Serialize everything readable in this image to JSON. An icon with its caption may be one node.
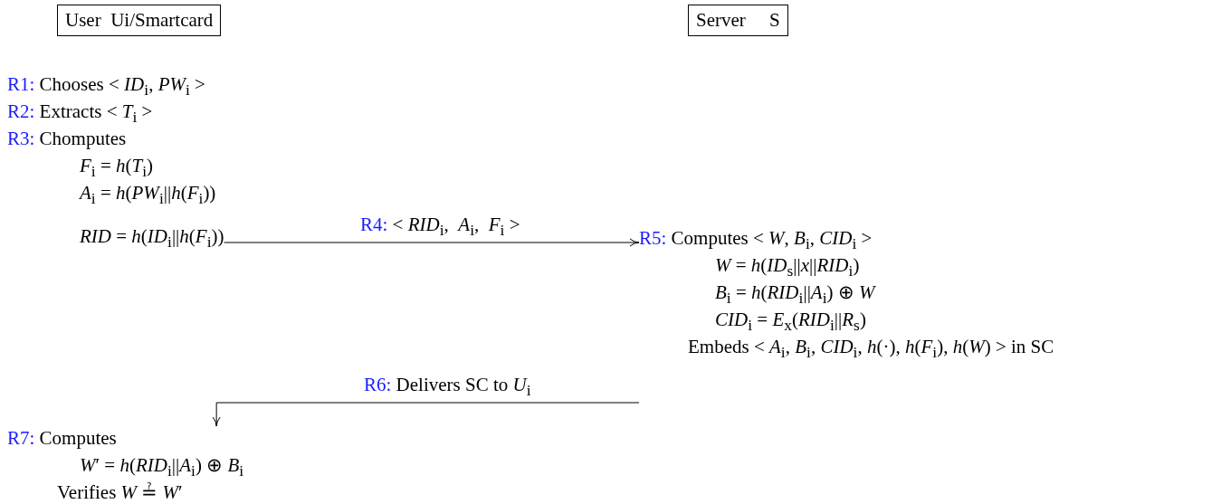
{
  "diagram": {
    "nodes": [
      {
        "text": [
          "User  Ui/Smartcard"
        ]
      },
      {
        "text": [
          "Server     S"
        ]
      },
      {
        "text": [
          "R1: Chooses < *ID*$_{i}$, *PW*$_{i}$ >",
          "R2: Extracts < *T*$_{i}$ >",
          "R3: Chomputes",
          "*F*$_{i}$ = *h*(*T*$_{i}$)",
          "*A*$_{i}$ = *h*(*PW*$_{i}$||*h*(*F*$_{i}$))",
          "*RID* = *h*(*ID*$_{i}$||*h*(*F*$_{i}$))"
        ]
      },
      {
        "text": [
          "R5: Computes < *W*, *B*$_{i}$, *CID*$_{i}$ >",
          "*W* = *h*(*ID*$_{s}$||*x*||*RID*$_{i}$)",
          "*B*$_{i}$ = *h*(*RID*$_{i}$||*A*$_{i}$) ⊕ *W*",
          "*CID*$_{i}$ = *E*$_{x}$(*RID*$_{i}$||*R*$_{s}$)",
          "Embeds < *A*$_{i}$, *B*$_{i}$, *CID*$_{i}$, *h*(·), *h*(*F*$_{i}$), *h*(*W*) > in SC"
        ]
      },
      {
        "text": [
          "R7: Computes",
          "*W*′ = *h*(*RID*$_{i}$||*A*$_{i}$) ⊕ *B*$_{i}$",
          "Verifies *W* ≟ *W*′"
        ]
      }
    ],
    "edges": [
      {
        "from": 2,
        "to": 3,
        "arrow": "to",
        "label": "R4: < *RID*$_{i}$,  *A*$_{i}$,  *F*$_{i}$ >"
      },
      {
        "from": 3,
        "to": 4,
        "arrow": "to",
        "label": "R6: Delivers SC to *U*$_{i}$"
      }
    ]
  }
}
